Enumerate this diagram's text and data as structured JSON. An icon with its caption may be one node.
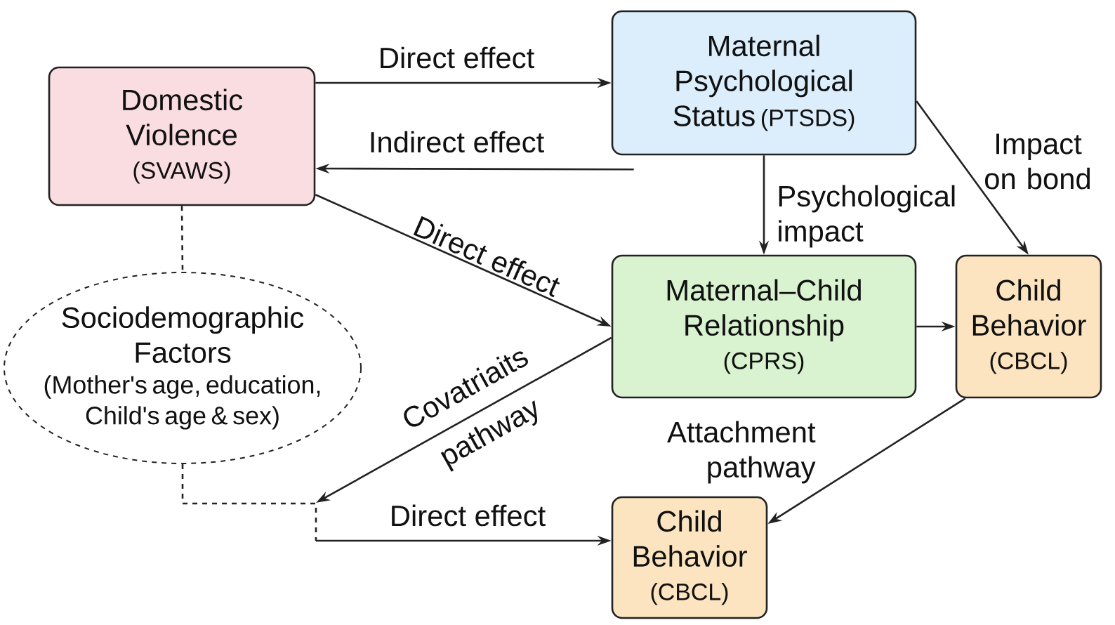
{
  "diagram": {
    "nodes": [
      {
        "text": [
          "Domestic Violence",
          "(SVAWS)"
        ]
      },
      {
        "text": [
          "Maternal Psychological Status",
          "(PTSDS)"
        ]
      },
      {
        "text": [
          "Sociodemographic Factors",
          "(Mother's age, education, Child's age & sex)"
        ]
      },
      {
        "text": [
          "Maternal–Child Relationship",
          "(CPRS)"
        ]
      },
      {
        "text": [
          "Child Behavior",
          "(CBCL)"
        ]
      },
      {
        "text": [
          "Child Behavior",
          "(CBCL)"
        ]
      }
    ],
    "edges": [
      {
        "from": 0,
        "to": 1,
        "arrow": "to",
        "label": "Direct effect"
      },
      {
        "from": 1,
        "to": 0,
        "arrow": "to",
        "label": "Indirect effect"
      },
      {
        "from": 0,
        "to": 3,
        "arrow": "to",
        "label": "Direct effect"
      },
      {
        "from": 1,
        "to": 3,
        "arrow": "to",
        "label": "Psychological impact"
      },
      {
        "from": 1,
        "to": 4,
        "arrow": "to",
        "label": "Impact on bond"
      },
      {
        "from": 0,
        "to": 2,
        "arrow": "none",
        "style": "dashed"
      },
      {
        "from": 3,
        "to": 4,
        "arrow": "to"
      },
      {
        "from": 3,
        "to": null,
        "arrow": "to",
        "label": "Covatriaits pathway"
      },
      {
        "from": 4,
        "to": 5,
        "arrow": "to",
        "label": "Attachment pathway"
      },
      {
        "from": 2,
        "to": null,
        "arrow": "none",
        "style": "dashed"
      },
      {
        "from": null,
        "to": 5,
        "arrow": "to",
        "label": "Direct effect"
      }
    ]
  }
}
